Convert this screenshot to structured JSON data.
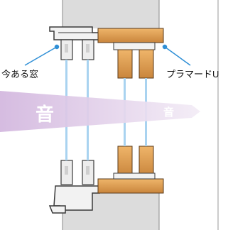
{
  "labels": {
    "existing_window": "今ある窓",
    "inner_window": "プラマードU"
  },
  "sound": {
    "glyph_large": "音",
    "glyph_small": "音"
  },
  "colors": {
    "wall": "#dcdcdc",
    "wall_edge": "#8a8a8a",
    "wood": "#e0a35a",
    "wood_dark": "#b97a35",
    "frame_light": "#f2f2f2",
    "frame_dark": "#3a3a3a",
    "glass": "#a9d3f0",
    "sound_arrow": "#d6bfe0",
    "sound_arrow_light": "#f1e8f5",
    "leader_line": "#2f8fd6"
  }
}
